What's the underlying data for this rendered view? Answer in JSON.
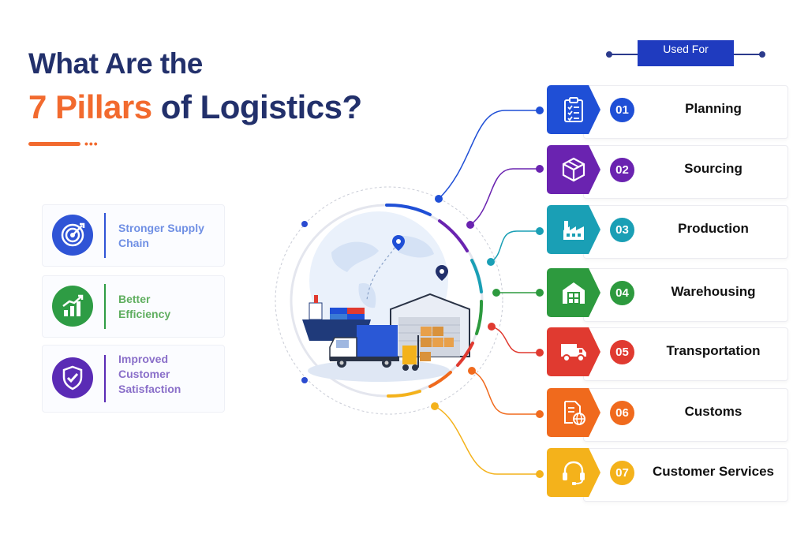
{
  "title": {
    "line1": "What Are the",
    "accent": "7 Pillars",
    "rest": " of Logistics?"
  },
  "used_for": "Used For",
  "benefits": [
    {
      "label": "Stronger Supply Chain",
      "icon": "target-icon",
      "color": "#2f54d6",
      "text_color": "#6f8fe4"
    },
    {
      "label": "Better Efficiency",
      "icon": "growth-chart-icon",
      "color": "#2e9c44",
      "text_color": "#5fae5f"
    },
    {
      "label": "Improved Customer Satisfaction",
      "icon": "shield-check-icon",
      "color": "#5a2bb5",
      "text_color": "#8a6fc9"
    }
  ],
  "pillars": [
    {
      "number": "01",
      "label": "Planning",
      "icon": "clipboard-checklist-icon",
      "color": "#1f4fd6"
    },
    {
      "number": "02",
      "label": "Sourcing",
      "icon": "box-icon",
      "color": "#6a23b0"
    },
    {
      "number": "03",
      "label": "Production",
      "icon": "factory-icon",
      "color": "#1a9fb5"
    },
    {
      "number": "04",
      "label": "Warehousing",
      "icon": "warehouse-icon",
      "color": "#2d9a3e"
    },
    {
      "number": "05",
      "label": "Transportation",
      "icon": "truck-icon",
      "color": "#e03a30"
    },
    {
      "number": "06",
      "label": "Customs",
      "icon": "document-globe-icon",
      "color": "#f06a1d"
    },
    {
      "number": "07",
      "label": "Customer Services",
      "icon": "headset-icon",
      "color": "#f4b21b"
    }
  ]
}
